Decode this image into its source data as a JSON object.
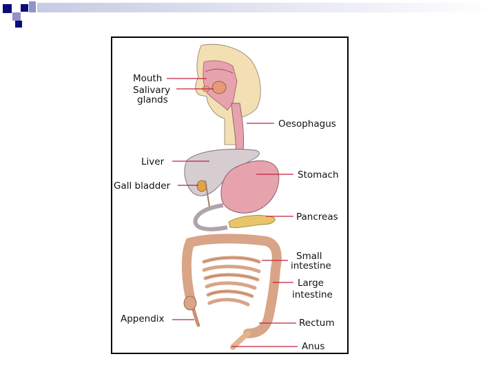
{
  "colors": {
    "banner_dark": "#0b0b7a",
    "banner_light": "#8f93c9",
    "stripe": "#c7cbe3",
    "leader_line": "#c0203a",
    "skin": "#f3dfb4",
    "tissue_pink": "#e7a3ad",
    "liver": "#d7cdd1",
    "intestine": "#d9a487",
    "pancreas": "#e8c46a"
  },
  "labels": {
    "mouth": "Mouth",
    "salivary_1": "Salivary",
    "salivary_2": "glands",
    "oesophagus": "Oesophagus",
    "liver": "Liver",
    "stomach": "Stomach",
    "gall_bladder": "Gall bladder",
    "pancreas": "Pancreas",
    "small_intestine_1": "Small",
    "small_intestine_2": "intestine",
    "large_intestine_1": "Large",
    "large_intestine_2": "intestine",
    "appendix": "Appendix",
    "rectum": "Rectum",
    "anus": "Anus"
  }
}
